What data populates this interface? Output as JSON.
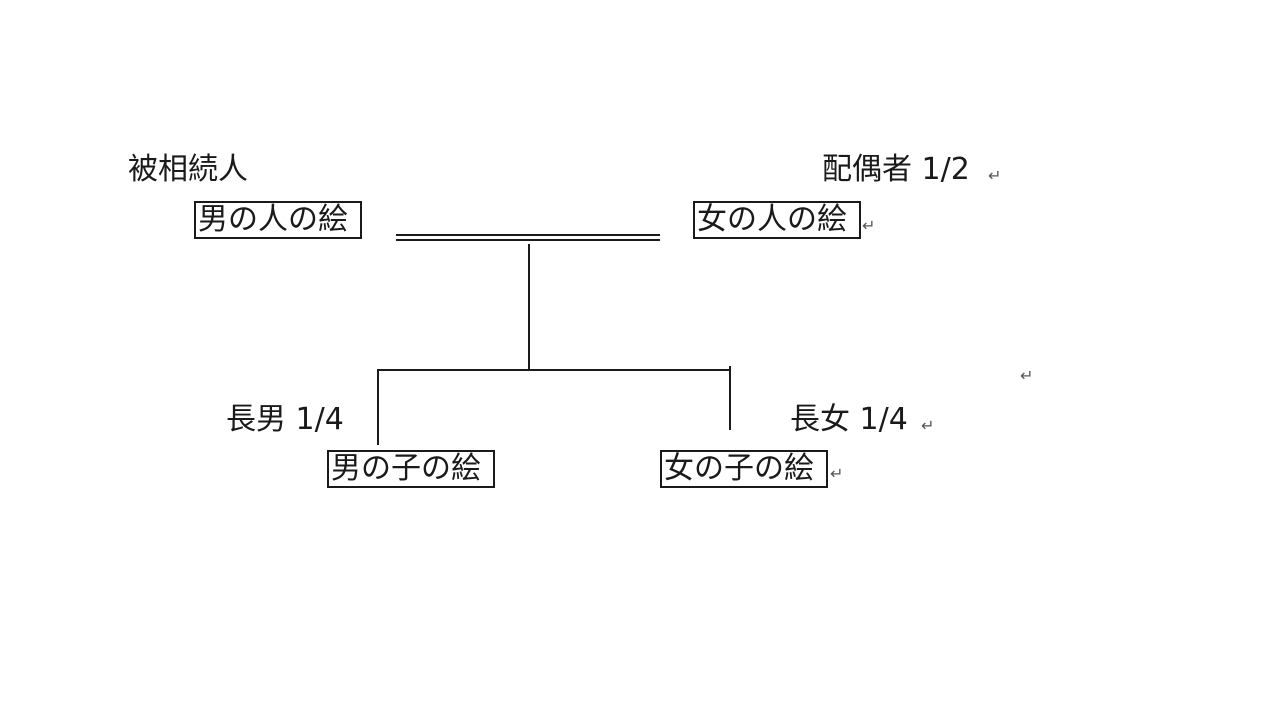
{
  "labels": {
    "deceased": "被相続人",
    "spouse": "配偶者 1/2",
    "eldest_son": "長男 1/4",
    "eldest_daughter": "長女 1/4"
  },
  "boxes": {
    "man": "男の人の絵",
    "woman": "女の人の絵",
    "boy": "男の子の絵",
    "girl": "女の子の絵"
  },
  "paragraph_mark": "↵"
}
